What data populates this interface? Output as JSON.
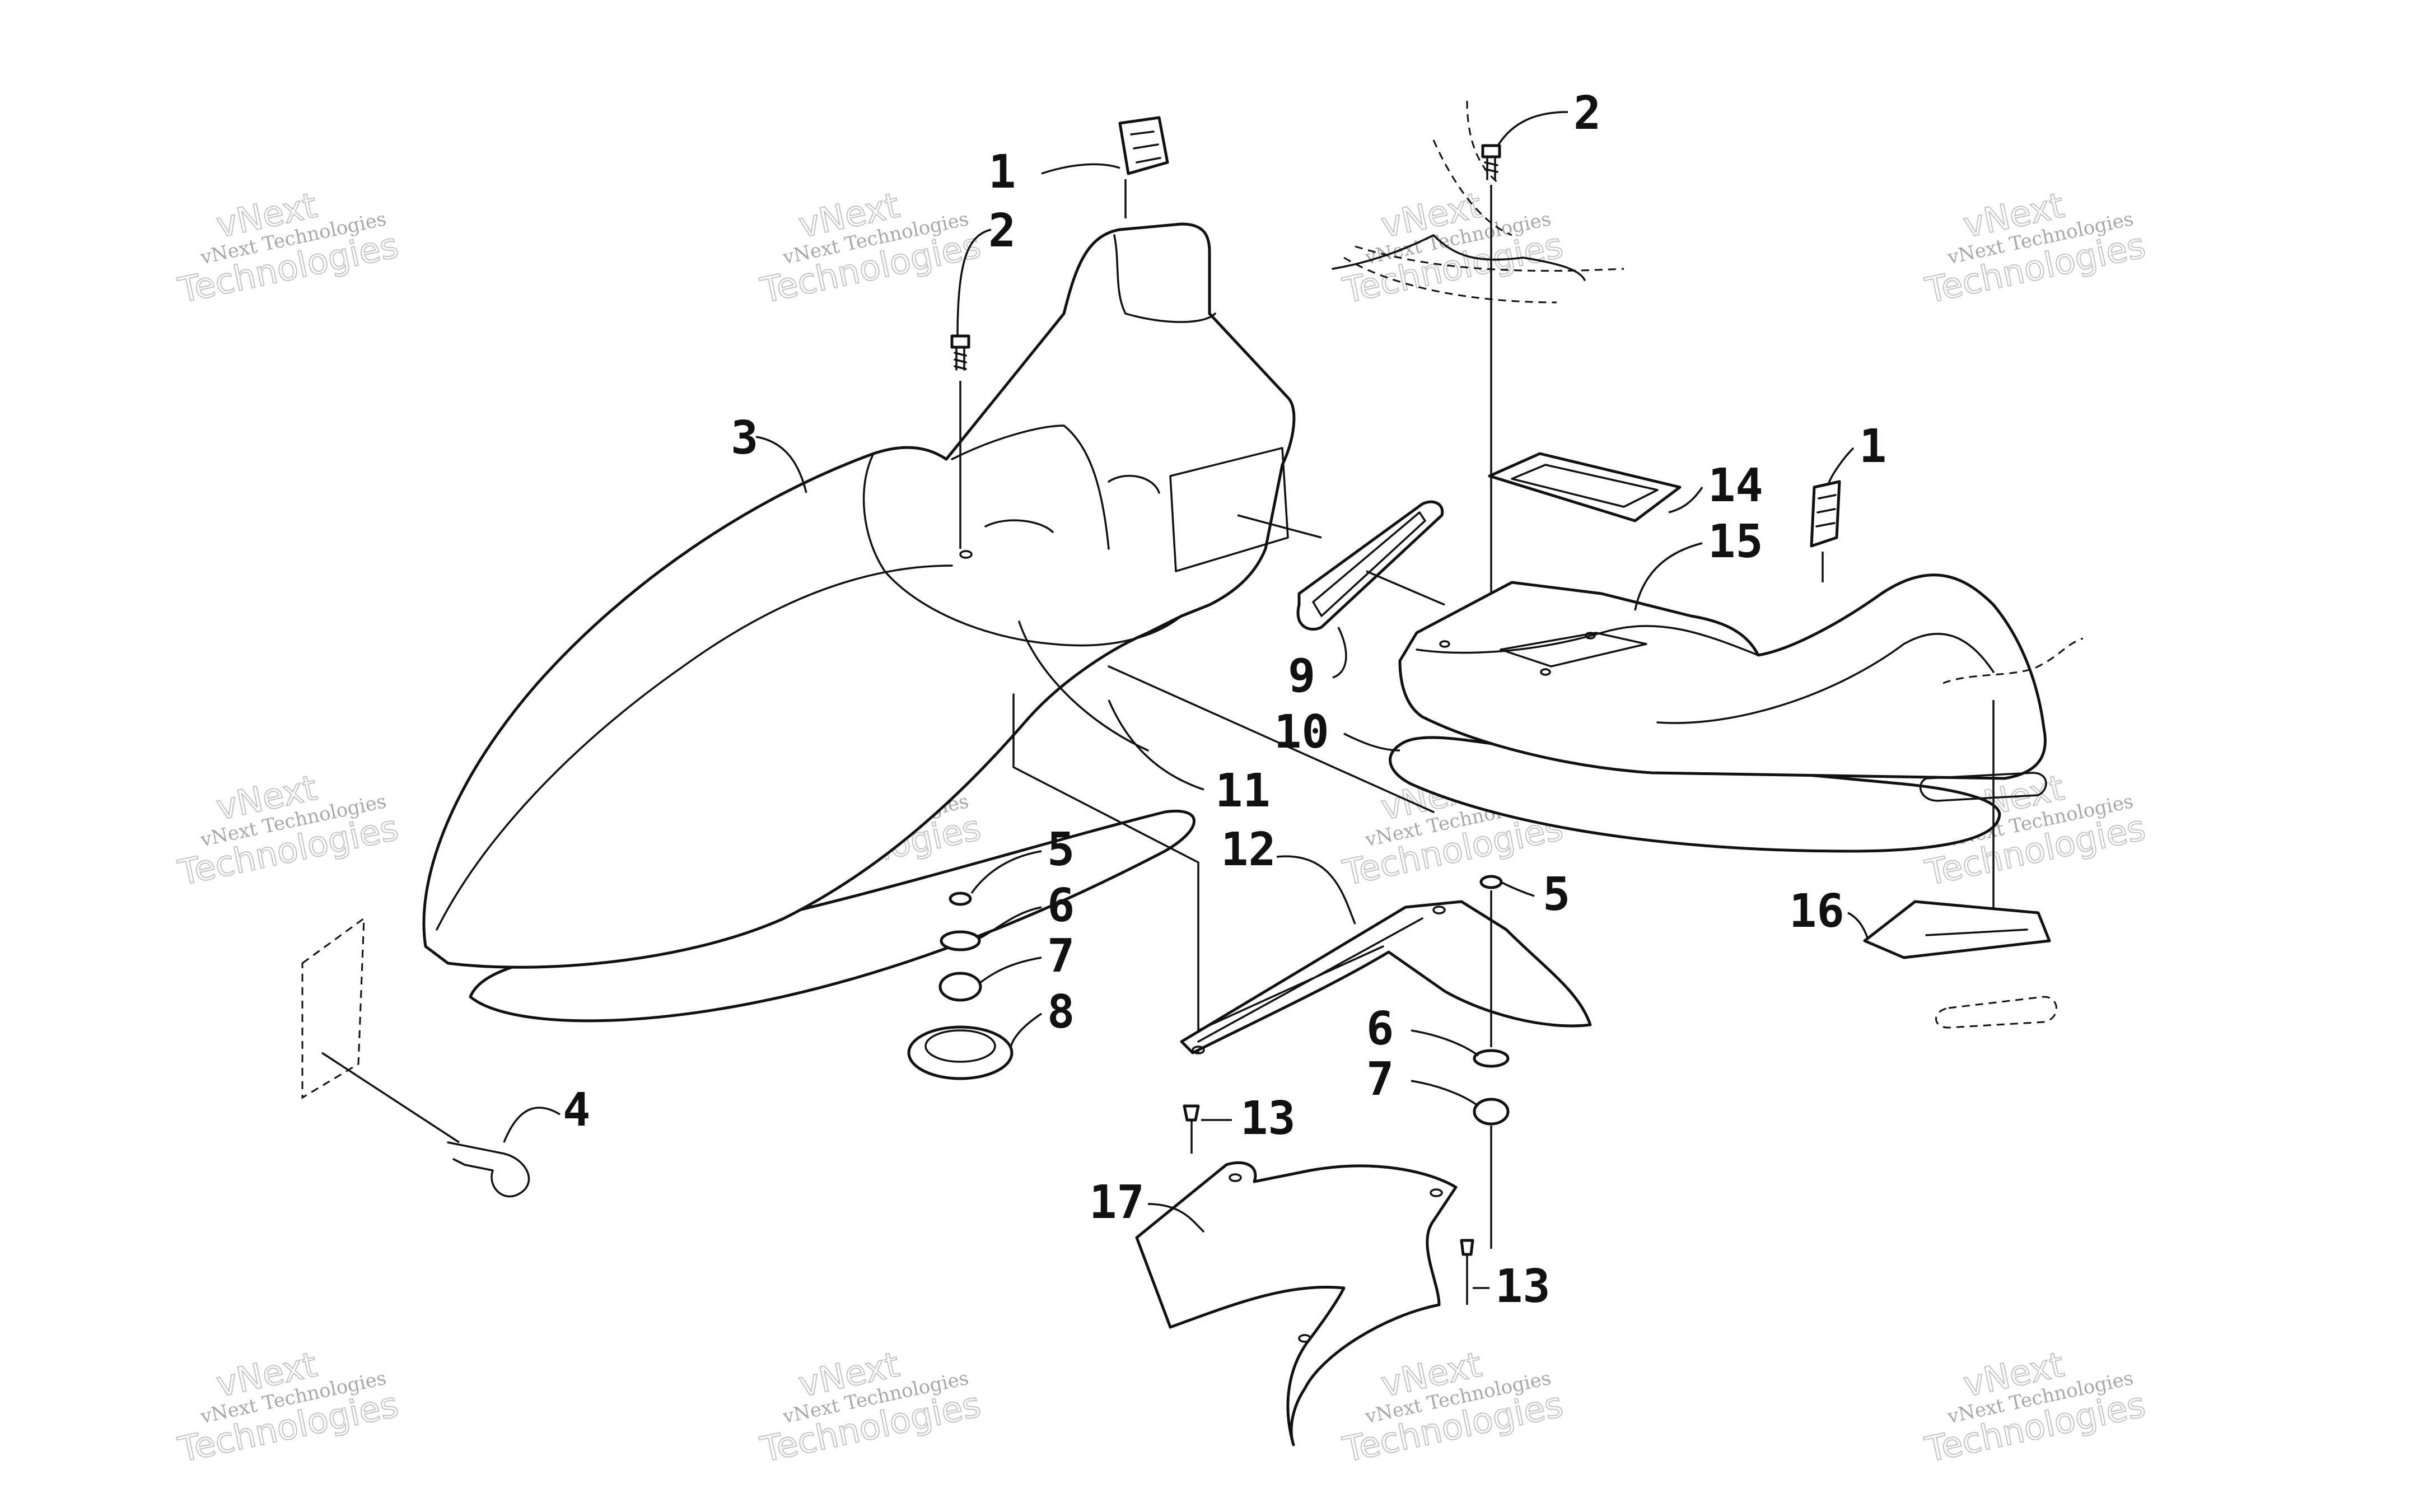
{
  "watermark": {
    "line1": "vNext",
    "line2": "vNext Technologies",
    "line3": "Technologies"
  },
  "callouts": [
    {
      "id": "c-1a",
      "label": "1"
    },
    {
      "id": "c-2a",
      "label": "2"
    },
    {
      "id": "c-3",
      "label": "3"
    },
    {
      "id": "c-4",
      "label": "4"
    },
    {
      "id": "c-5a",
      "label": "5"
    },
    {
      "id": "c-6a",
      "label": "6"
    },
    {
      "id": "c-7a",
      "label": "7"
    },
    {
      "id": "c-8",
      "label": "8"
    },
    {
      "id": "c-11",
      "label": "11"
    },
    {
      "id": "c-12",
      "label": "12"
    },
    {
      "id": "c-13a",
      "label": "13"
    },
    {
      "id": "c-17",
      "label": "17"
    },
    {
      "id": "c-13b",
      "label": "13"
    },
    {
      "id": "c-2b",
      "label": "2"
    },
    {
      "id": "c-14",
      "label": "14"
    },
    {
      "id": "c-15",
      "label": "15"
    },
    {
      "id": "c-1b",
      "label": "1"
    },
    {
      "id": "c-9",
      "label": "9"
    },
    {
      "id": "c-10",
      "label": "10"
    },
    {
      "id": "c-5b",
      "label": "5"
    },
    {
      "id": "c-6b",
      "label": "6"
    },
    {
      "id": "c-7b",
      "label": "7"
    },
    {
      "id": "c-16",
      "label": "16"
    }
  ]
}
